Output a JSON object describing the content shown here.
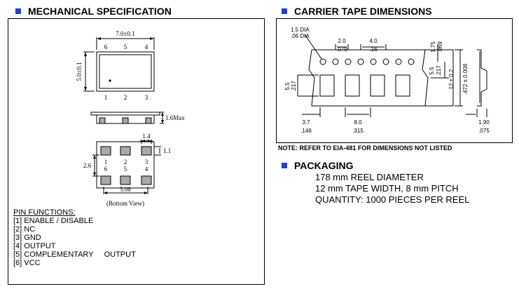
{
  "mech": {
    "title": "MECHANICAL SPECIFICATION",
    "dims": {
      "width": "7.0±0.1",
      "height": "5.0±0.1",
      "thickness": "1.6Max",
      "pad_width": "1.4",
      "pad_height": "1.1",
      "pad_spacing": "2.6",
      "pitch": "5.08"
    },
    "top_pins": [
      "6",
      "5",
      "4"
    ],
    "bottom_pins": [
      "1",
      "2",
      "3"
    ],
    "bottom_view_top_pins": [
      "1",
      "2",
      "3"
    ],
    "bottom_view_bottom_pins": [
      "6",
      "5",
      "4"
    ],
    "bottom_view_label": "(Bottom View)",
    "pin_functions": {
      "heading": "PIN FUNCTIONS:",
      "items": [
        "[1] ENABLE / DISABLE",
        "[2] NC",
        "[3] GND",
        "[4] OUTPUT",
        "[5] COMPLEMENTARY     OUTPUT",
        "[6] VCC"
      ]
    }
  },
  "carrier": {
    "title": "CARRIER TAPE DIMENSIONS",
    "labels": {
      "hole_dia_mm": "1.5 DIA",
      "hole_dia_in": ".06 DIA",
      "hole_pitch_mm": "2.0",
      "hole_pitch_in": ".079",
      "sprocket_pitch_mm": "4.0",
      "sprocket_pitch_in": ".16",
      "edge_mm": "1.75",
      "edge_in": ".069",
      "pocket_mm": "5.5",
      "pocket_in": ".217",
      "center_mm": "5.5",
      "center_in": ".217",
      "tape_width_mm": "12 ± 0.2",
      "tape_width_in": ".472 ± 0.008",
      "pocket_x_mm": "3.7",
      "pocket_x_in": ".146",
      "pocket_pitch_mm": "8.0",
      "pocket_pitch_in": ".315",
      "thickness_mm": "1.90",
      "thickness_in": ".075"
    },
    "note": "NOTE: REFER TO EIA-481 FOR DIMENSIONS NOT LISTED"
  },
  "packaging": {
    "title": "PACKAGING",
    "lines": [
      "178 mm REEL DIAMETER",
      "12 mm TAPE WIDTH, 8 mm PITCH",
      "QUANTITY: 1000 PIECES PER REEL"
    ]
  },
  "colors": {
    "bullet": "#1f3fd6",
    "pad_fill": "#aaaaaa"
  }
}
